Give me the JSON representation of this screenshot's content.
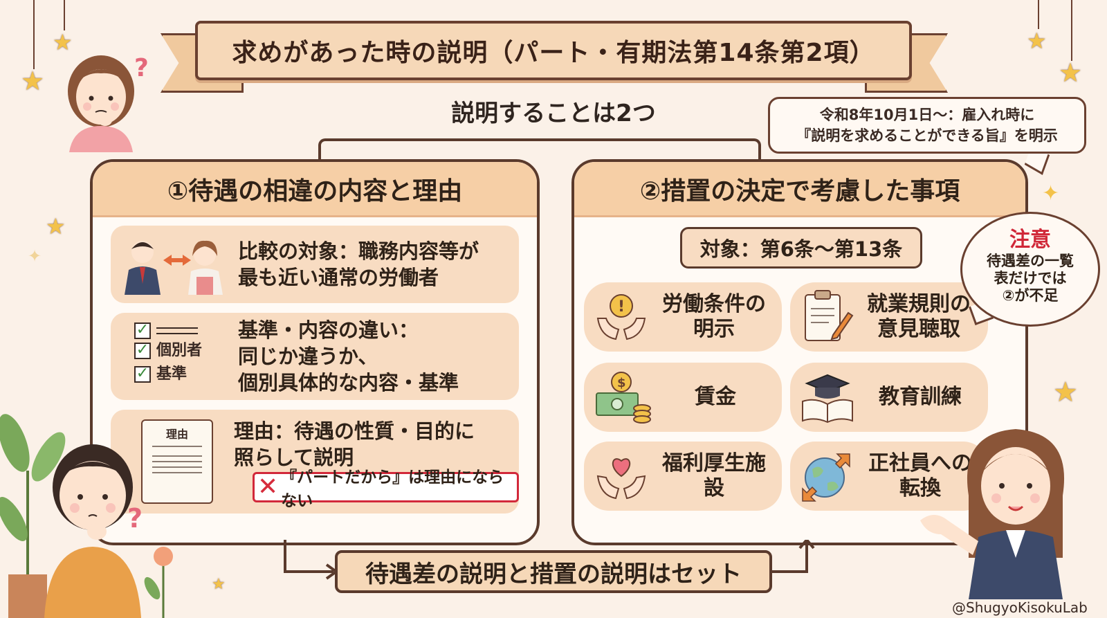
{
  "title": "求めがあった時の説明（パート・有期法第14条第2項）",
  "subtitle": "説明することは2つ",
  "callout_top": {
    "line1": "令和8年10月1日～：雇入れ時に",
    "line2": "『説明を求めることができる旨』を明示"
  },
  "left_panel": {
    "header": "①待遇の相違の内容と理由",
    "rows": [
      {
        "line1": "比較の対象：職務内容等が",
        "line2": "最も近い通常の労働者"
      },
      {
        "line1": "基準・内容の違い：",
        "line2": "同じか違うか、",
        "line3": "個別具体的な内容・基準",
        "checklist": [
          "個別者",
          "基準"
        ]
      },
      {
        "line1": "理由：待遇の性質・目的に",
        "line2": "照らして説明",
        "scroll_label": "理由",
        "warning": "『パートだから』は理由にならない"
      }
    ]
  },
  "right_panel": {
    "header": "②措置の決定で考慮した事項",
    "target": "対象：第6条～第13条",
    "items": [
      {
        "line1": "労働条件の",
        "line2": "明示",
        "icon": "hands-exclamation-icon"
      },
      {
        "line1": "就業規則の",
        "line2": "意見聴取",
        "icon": "clipboard-pen-icon"
      },
      {
        "line1": "賃金",
        "line2": "",
        "icon": "money-coins-icon"
      },
      {
        "line1": "教育訓練",
        "line2": "",
        "icon": "book-graduation-cap-icon"
      },
      {
        "line1": "福利厚生施",
        "line2": "設",
        "icon": "hands-heart-icon"
      },
      {
        "line1": "正社員への",
        "line2": "転換",
        "icon": "globe-arrows-icon"
      }
    ]
  },
  "caution": {
    "title": "注意",
    "line1": "待遇差の一覧",
    "line2": "表だけでは",
    "line3": "②が不足"
  },
  "bottom": "待遇差の説明と措置の説明はセット",
  "watermark": "@ShugyoKisokuLab",
  "colors": {
    "background": "#fbf1e8",
    "panel_header": "#f6cfa6",
    "card": "#f8dcc2",
    "border": "#5a3a2c",
    "warning_red": "#d2283a"
  }
}
